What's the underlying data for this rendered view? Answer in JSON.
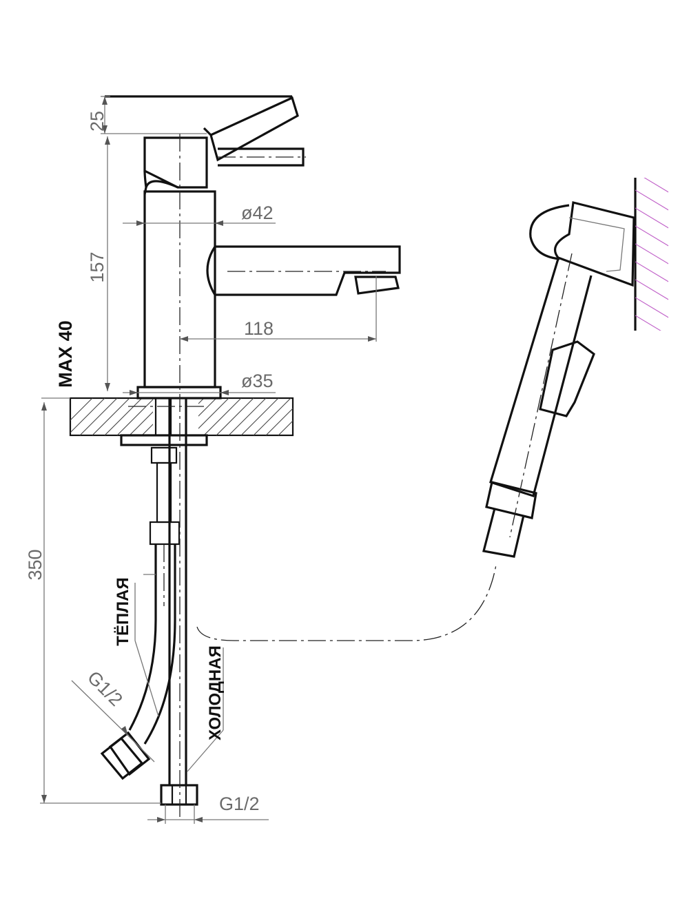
{
  "dimensions": {
    "lever_height": "25",
    "body_height": "157",
    "body_diameter": "ø42",
    "spout_reach": "118",
    "base_diameter": "ø35",
    "max_counter_thickness": "MAX 40",
    "hose_length": "350",
    "thread_warm": "G1/2",
    "thread_cold": "G1/2"
  },
  "labels": {
    "warm_hose": "ТЁПЛАЯ",
    "cold_hose": "ХОЛОДНАЯ"
  },
  "colors": {
    "outline": "#111111",
    "dimension": "#6a6a6a",
    "wall_hatch": "#c060c8"
  }
}
